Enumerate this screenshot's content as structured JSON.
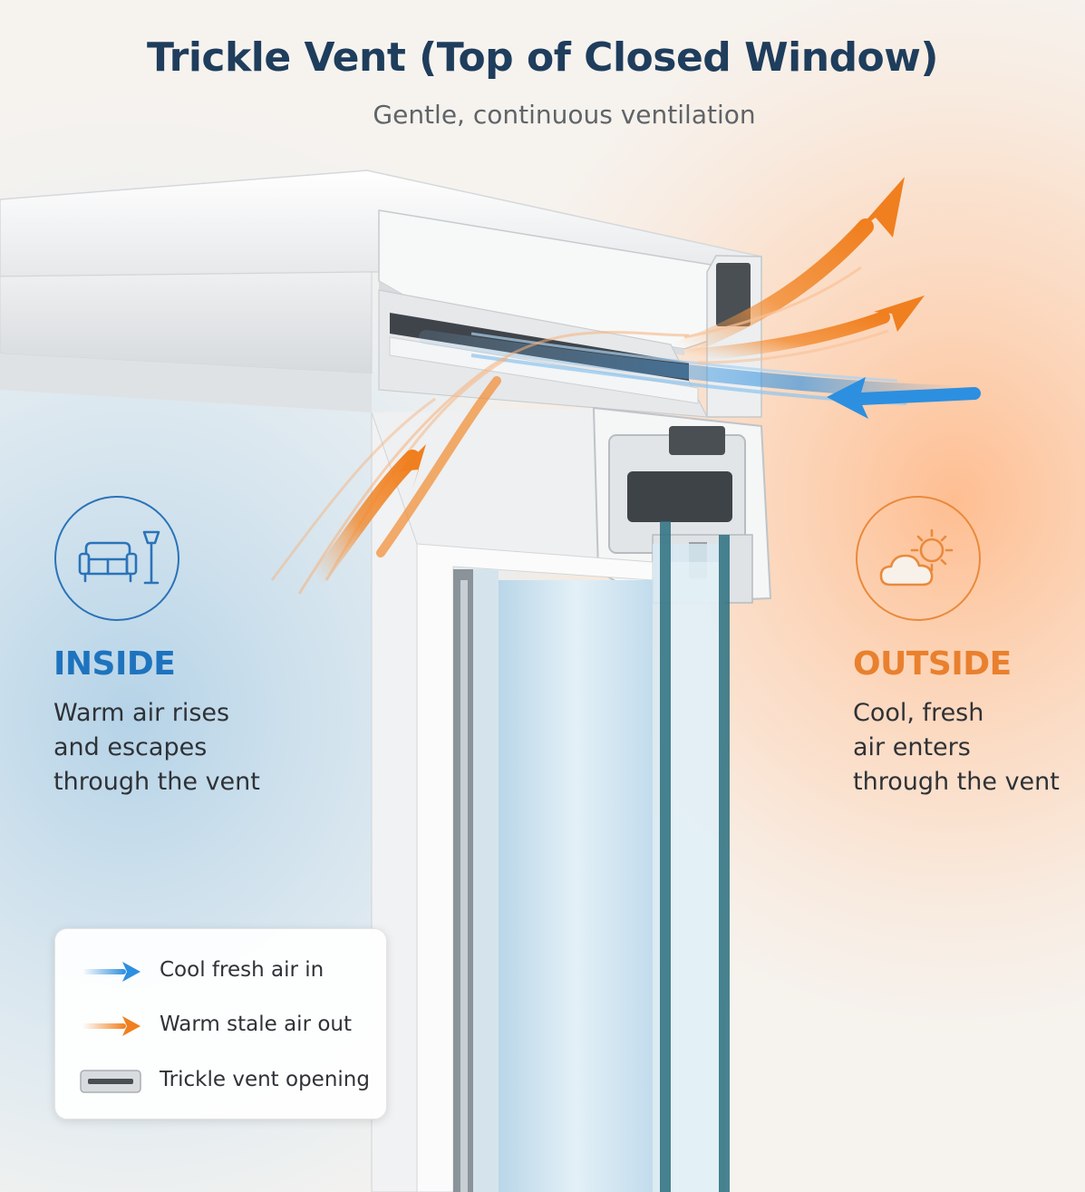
{
  "title": "Trickle Vent (Top of Closed Window)",
  "subtitle": "Gentle, continuous ventilation",
  "inside": {
    "heading": "INSIDE",
    "lines": [
      "Warm air rises",
      "and escapes",
      "through the vent"
    ],
    "icon": "sofa-lamp-icon",
    "color": "#1e73be"
  },
  "outside": {
    "heading": "OUTSIDE",
    "lines": [
      "Cool, fresh",
      "air enters",
      "through the vent"
    ],
    "icon": "sun-cloud-icon",
    "color": "#e9802e"
  },
  "legend": {
    "items": [
      {
        "label": "Cool fresh air in",
        "icon": "blue-arrow-icon",
        "color": "#2d8fe0"
      },
      {
        "label": "Warm stale air out",
        "icon": "orange-arrow-icon",
        "color": "#f07f1f"
      },
      {
        "label": "Trickle vent opening",
        "icon": "vent-slot-icon",
        "color": "#5a5a5a"
      }
    ]
  },
  "colors": {
    "cool_air": "#2d8fe0",
    "warm_air": "#f07f1f",
    "frame": "#f4f4f2",
    "glass": "#cfe4ef"
  }
}
